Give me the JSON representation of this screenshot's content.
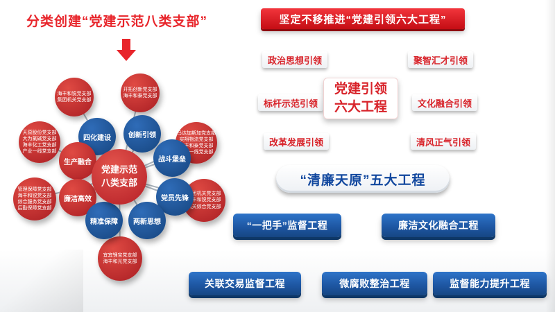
{
  "colors": {
    "primary_red": "#d8232a",
    "circle_blue": "#1b5aa6",
    "button_blue": "#1d55a0",
    "text_blue": "#11479e"
  },
  "left": {
    "title": "分类创建“党建示范八类支部”",
    "center": {
      "line1": "党建示范",
      "line2": "八类支部"
    },
    "inner": [
      {
        "label": "四化建设"
      },
      {
        "label": "创新引领"
      },
      {
        "label": "战斗堡垒"
      },
      {
        "label": "生产融合"
      },
      {
        "label": "党员先锋"
      },
      {
        "label": "廉洁高效"
      },
      {
        "label": "精准保障"
      },
      {
        "label": "两新思想"
      }
    ],
    "outer": [
      {
        "lines": [
          "海丰和锐党支部",
          "集团机关党支部"
        ]
      },
      {
        "lines": [
          "开拓创新党支部",
          "海丰和泰党支部"
        ]
      },
      {
        "lines": [
          "天原股份党支部",
          "大为氯碱党支部",
          "海丰化工党支部",
          "产业一线党支部"
        ]
      },
      {
        "lines": [
          "马达加斯加党支部",
          "实翔物流党支部",
          "海丰和泰党支部",
          "生产一线党支部"
        ]
      },
      {
        "lines": [
          "管理保障党支部",
          "海丰和锐党支部",
          "综合服务党支部",
          "后勤保障党支部"
        ]
      },
      {
        "lines": [
          "集团机关党支部",
          "海丰和锐党支部",
          "机关综合党支部"
        ]
      },
      {
        "lines": [
          "宜宾锂宝党支部",
          "海丰和光党支部"
        ]
      }
    ]
  },
  "right": {
    "banner": "坚定不移推进“党建引领六大工程”",
    "center_box": {
      "line1": "党建引领",
      "line2": "六大工程"
    },
    "ribbons": [
      {
        "label": "政治思想引领"
      },
      {
        "label": "聚智汇才引领"
      },
      {
        "label": "标杆示范引领"
      },
      {
        "label": "文化融合引领"
      },
      {
        "label": "改革发展引领"
      },
      {
        "label": "清风正气引领"
      }
    ],
    "qinglian": {
      "title": "“清廉天原”五大工程",
      "buttons": [
        {
          "label": "“一把手”监督工程"
        },
        {
          "label": "廉洁文化融合工程"
        },
        {
          "label": "关联交易监督工程"
        },
        {
          "label": "微腐败整治工程"
        },
        {
          "label": "监督能力提升工程"
        }
      ]
    }
  }
}
